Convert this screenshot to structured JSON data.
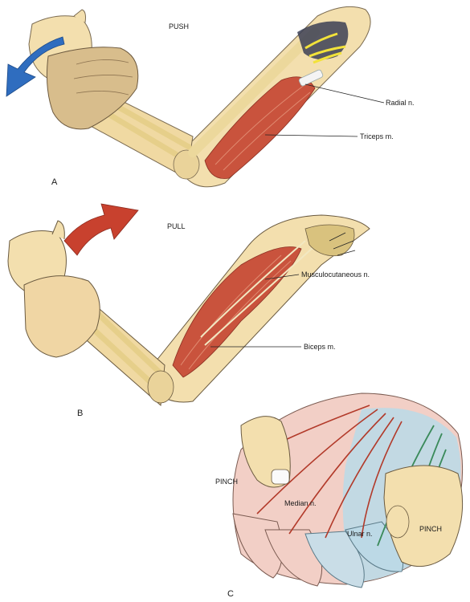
{
  "panel_a": {
    "letter": "A",
    "action": "PUSH",
    "labels": {
      "radial_nerve": "Radial n.",
      "triceps": "Triceps m."
    }
  },
  "panel_b": {
    "letter": "B",
    "action": "PULL",
    "labels": {
      "musculocutaneous_nerve": "Musculocutaneous n.",
      "biceps": "Biceps m."
    }
  },
  "panel_c": {
    "letter": "C",
    "labels": {
      "pinch_left": "PINCH",
      "median_nerve": "Median n.",
      "ulnar_nerve": "Ulnar n.",
      "pinch_right": "PINCH"
    }
  },
  "colors": {
    "skin": "#f3dfae",
    "skin_shadow": "#d9b97a",
    "bone": "#eedc9c",
    "muscle": "#c9533d",
    "nerve_yellow": "#f2e23a",
    "push_arrow": "#2f6dbf",
    "pull_arrow": "#c8412e",
    "median_tint": "#f2cfc6",
    "ulnar_tint": "#bcd9e6",
    "ulnar_nerve": "#3a8a5a"
  }
}
